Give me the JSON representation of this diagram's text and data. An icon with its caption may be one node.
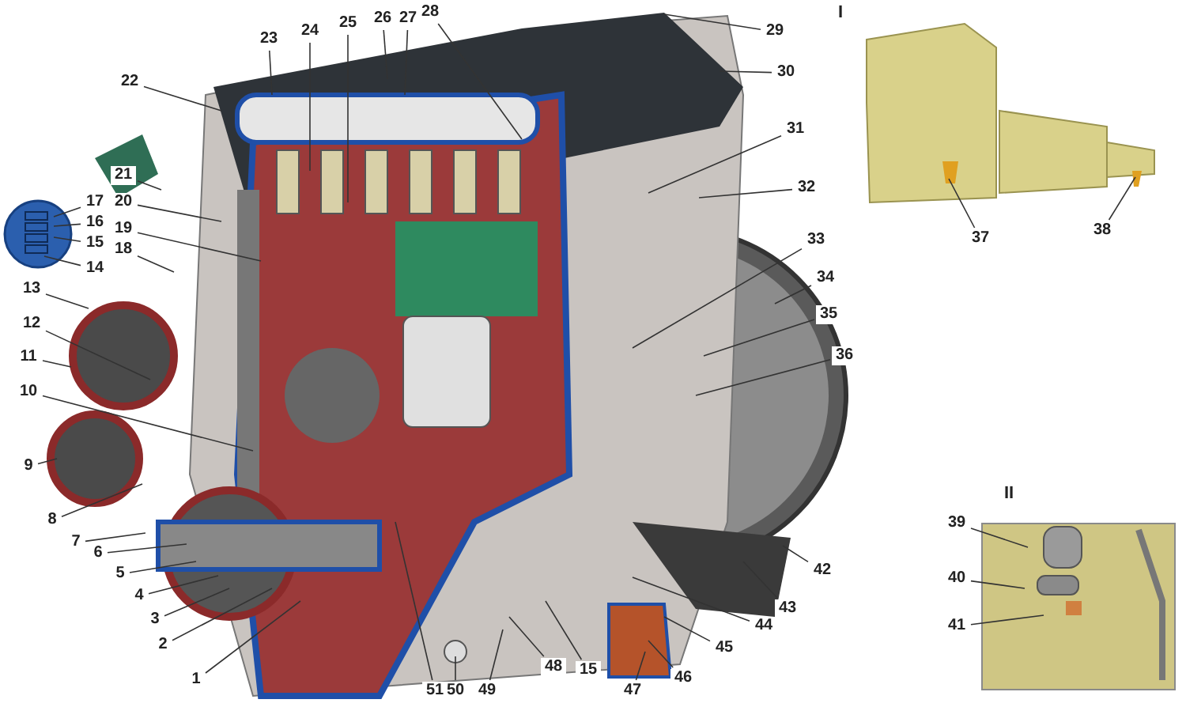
{
  "diagram": {
    "nodes": [
      {
        "text": [
          "1"
        ]
      },
      {
        "text": [
          "2"
        ]
      },
      {
        "text": [
          "3"
        ]
      },
      {
        "text": [
          "4"
        ]
      },
      {
        "text": [
          "5"
        ]
      },
      {
        "text": [
          "6"
        ]
      },
      {
        "text": [
          "7"
        ]
      },
      {
        "text": [
          "8"
        ]
      },
      {
        "text": [
          "9"
        ]
      },
      {
        "text": [
          "10"
        ]
      },
      {
        "text": [
          "11"
        ]
      },
      {
        "text": [
          "12"
        ]
      },
      {
        "text": [
          "13"
        ]
      },
      {
        "text": [
          "14"
        ]
      },
      {
        "text": [
          "15"
        ]
      },
      {
        "text": [
          "16"
        ]
      },
      {
        "text": [
          "17"
        ]
      },
      {
        "text": [
          "18"
        ]
      },
      {
        "text": [
          "19"
        ]
      },
      {
        "text": [
          "20"
        ]
      },
      {
        "text": [
          "21"
        ]
      },
      {
        "text": [
          "22"
        ]
      },
      {
        "text": [
          "23"
        ]
      },
      {
        "text": [
          "24"
        ]
      },
      {
        "text": [
          "25"
        ]
      },
      {
        "text": [
          "26"
        ]
      },
      {
        "text": [
          "27"
        ]
      },
      {
        "text": [
          "28"
        ]
      },
      {
        "text": [
          "29"
        ]
      },
      {
        "text": [
          "30"
        ]
      },
      {
        "text": [
          "31"
        ]
      },
      {
        "text": [
          "32"
        ]
      },
      {
        "text": [
          "33"
        ]
      },
      {
        "text": [
          "34"
        ]
      },
      {
        "text": [
          "35"
        ]
      },
      {
        "text": [
          "36"
        ]
      },
      {
        "text": [
          "37"
        ]
      },
      {
        "text": [
          "38"
        ]
      },
      {
        "text": [
          "39"
        ]
      },
      {
        "text": [
          "40"
        ]
      },
      {
        "text": [
          "41"
        ]
      },
      {
        "text": [
          "42"
        ]
      },
      {
        "text": [
          "43"
        ]
      },
      {
        "text": [
          "44"
        ]
      },
      {
        "text": [
          "45"
        ]
      },
      {
        "text": [
          "46"
        ]
      },
      {
        "text": [
          "47"
        ]
      },
      {
        "text": [
          "48"
        ]
      },
      {
        "text": [
          "15"
        ]
      },
      {
        "text": [
          "49"
        ]
      },
      {
        "text": [
          "50"
        ]
      },
      {
        "text": [
          "51"
        ]
      }
    ],
    "edges": [
      {
        "from": 0,
        "to": null,
        "arrow": "none"
      },
      {
        "from": 1,
        "to": null,
        "arrow": "none"
      },
      {
        "from": 2,
        "to": null,
        "arrow": "none"
      },
      {
        "from": 3,
        "to": null,
        "arrow": "none"
      },
      {
        "from": 4,
        "to": null,
        "arrow": "none"
      },
      {
        "from": 5,
        "to": null,
        "arrow": "none"
      },
      {
        "from": 6,
        "to": null,
        "arrow": "none"
      },
      {
        "from": 7,
        "to": null,
        "arrow": "none"
      },
      {
        "from": 8,
        "to": null,
        "arrow": "none"
      },
      {
        "from": 9,
        "to": null,
        "arrow": "none"
      },
      {
        "from": 10,
        "to": null,
        "arrow": "none"
      },
      {
        "from": 11,
        "to": null,
        "arrow": "none"
      },
      {
        "from": 12,
        "to": null,
        "arrow": "none"
      },
      {
        "from": 13,
        "to": null,
        "arrow": "none"
      },
      {
        "from": 14,
        "to": null,
        "arrow": "none"
      },
      {
        "from": 15,
        "to": null,
        "arrow": "none"
      },
      {
        "from": 16,
        "to": null,
        "arrow": "none"
      },
      {
        "from": 17,
        "to": null,
        "arrow": "none"
      },
      {
        "from": 18,
        "to": null,
        "arrow": "none"
      },
      {
        "from": 19,
        "to": null,
        "arrow": "none"
      },
      {
        "from": 20,
        "to": null,
        "arrow": "none"
      },
      {
        "from": 21,
        "to": null,
        "arrow": "none"
      },
      {
        "from": 22,
        "to": null,
        "arrow": "none"
      },
      {
        "from": 23,
        "to": null,
        "arrow": "none"
      },
      {
        "from": 24,
        "to": null,
        "arrow": "none"
      },
      {
        "from": 25,
        "to": null,
        "arrow": "none"
      },
      {
        "from": 26,
        "to": null,
        "arrow": "none"
      },
      {
        "from": 27,
        "to": null,
        "arrow": "none"
      },
      {
        "from": 28,
        "to": null,
        "arrow": "none"
      },
      {
        "from": 29,
        "to": null,
        "arrow": "none"
      },
      {
        "from": 30,
        "to": null,
        "arrow": "none"
      },
      {
        "from": 31,
        "to": null,
        "arrow": "none"
      },
      {
        "from": 32,
        "to": null,
        "arrow": "none"
      },
      {
        "from": 33,
        "to": null,
        "arrow": "none"
      },
      {
        "from": 34,
        "to": null,
        "arrow": "none"
      },
      {
        "from": 35,
        "to": null,
        "arrow": "none"
      },
      {
        "from": 36,
        "to": null,
        "arrow": "none"
      },
      {
        "from": 37,
        "to": null,
        "arrow": "none"
      },
      {
        "from": 38,
        "to": null,
        "arrow": "none"
      },
      {
        "from": 39,
        "to": null,
        "arrow": "none"
      },
      {
        "from": 40,
        "to": null,
        "arrow": "none"
      },
      {
        "from": 41,
        "to": null,
        "arrow": "none"
      },
      {
        "from": 42,
        "to": null,
        "arrow": "none"
      },
      {
        "from": 43,
        "to": null,
        "arrow": "none"
      },
      {
        "from": 44,
        "to": null,
        "arrow": "none"
      },
      {
        "from": 45,
        "to": null,
        "arrow": "none"
      },
      {
        "from": 46,
        "to": null,
        "arrow": "none"
      },
      {
        "from": 47,
        "to": null,
        "arrow": "none"
      },
      {
        "from": 48,
        "to": null,
        "arrow": "none"
      },
      {
        "from": 49,
        "to": null,
        "arrow": "none"
      },
      {
        "from": 50,
        "to": null,
        "arrow": "none"
      },
      {
        "from": 51,
        "to": null,
        "arrow": "none"
      }
    ],
    "labels": [
      "I",
      "II"
    ]
  }
}
